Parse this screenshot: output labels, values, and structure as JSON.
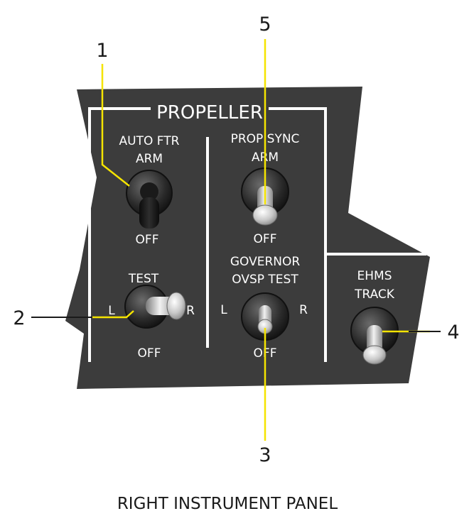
{
  "panel_title": "PROPELLER",
  "caption": "RIGHT INSTRUMENT PANEL",
  "colors": {
    "panel": "#3c3c3c",
    "panel_border": "#ffffff",
    "callout_line": "#f5e400",
    "leader_line": "#1a1a1a"
  },
  "switches": {
    "auto_ftr": {
      "title_line1": "AUTO FTR",
      "title_line2": "ARM",
      "off_label": "OFF",
      "icon": "toggle-switch-icon"
    },
    "test": {
      "title": "TEST",
      "left_label": "L",
      "right_label": "R",
      "off_label": "OFF",
      "icon": "toggle-switch-icon"
    },
    "prop_sync": {
      "title_line1": "PROP SYNC",
      "title_line2": "ARM",
      "off_label": "OFF",
      "icon": "toggle-switch-icon"
    },
    "governor": {
      "title_line1": "GOVERNOR",
      "title_line2": "OVSP TEST",
      "left_label": "L",
      "right_label": "R",
      "off_label": "OFF",
      "icon": "toggle-switch-icon"
    },
    "ehms": {
      "title_line1": "EHMS",
      "title_line2": "TRACK",
      "icon": "toggle-switch-icon"
    }
  },
  "callouts": [
    "1",
    "2",
    "3",
    "4",
    "5"
  ]
}
